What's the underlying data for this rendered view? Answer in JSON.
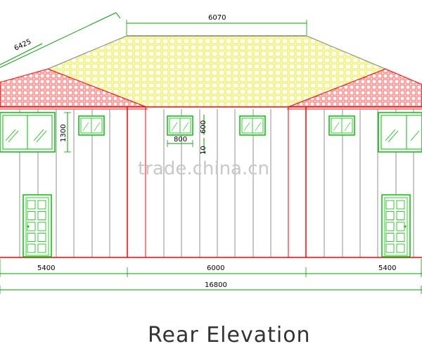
{
  "drawing": {
    "title": "Rear Elevation",
    "watermark": "trade.china.cn",
    "dims": {
      "roof_ridge": "6070",
      "roof_slope": "6425",
      "bay_left": "5400",
      "bay_center": "6000",
      "bay_right": "5400",
      "total": "16800",
      "window_height": "1300",
      "window_width": "800",
      "window_small_height": "600",
      "sill_mark": "10"
    },
    "colors": {
      "wall": "#ff0000",
      "window": "#00d000",
      "roof_center": "#e8e800",
      "roof_tile": "#ff0000",
      "panel_line": "#808080",
      "dimension": "#00a000"
    }
  }
}
